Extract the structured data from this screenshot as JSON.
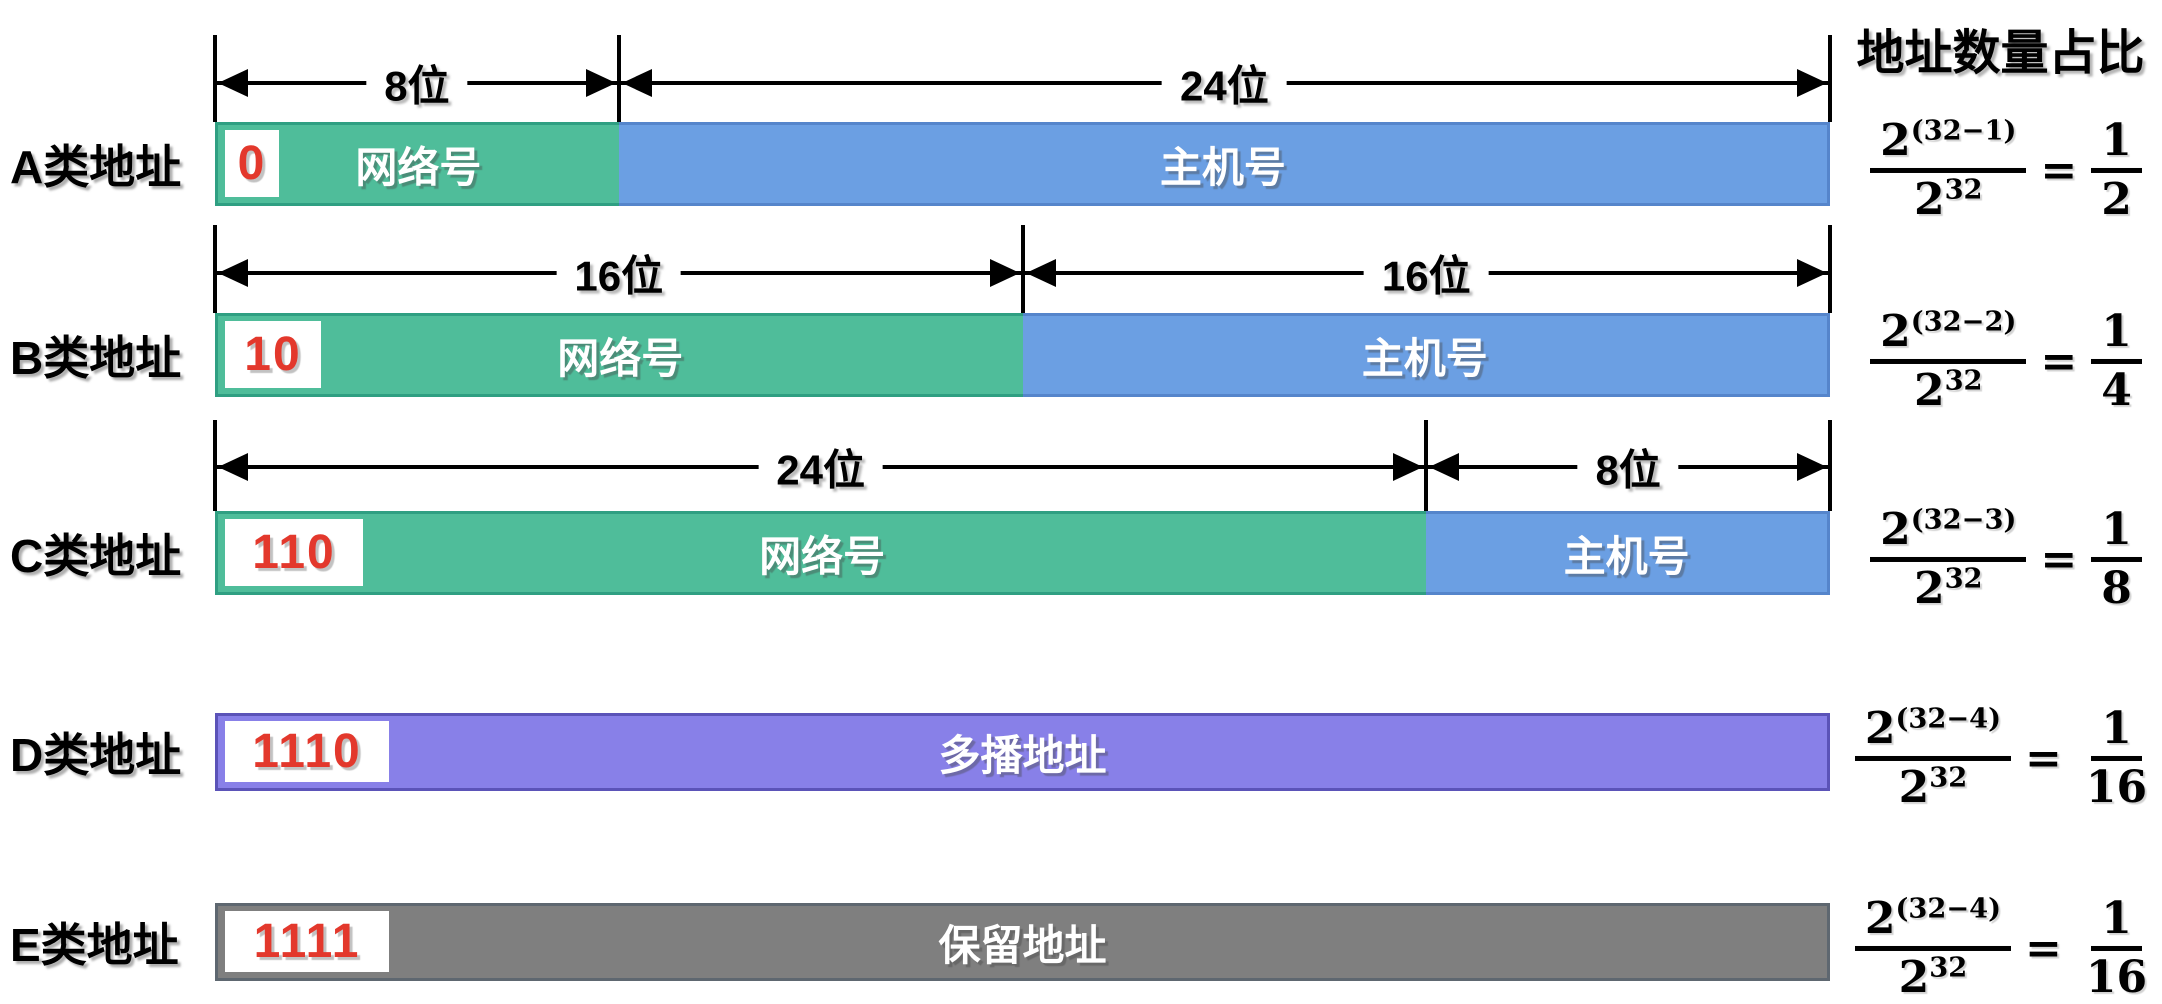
{
  "heading": "地址数量占比",
  "colors": {
    "network": "#4FBD9A",
    "network_border": "#2F9F82",
    "host": "#6B9FE3",
    "host_border": "#5585CB",
    "multicast": "#8880E8",
    "multicast_border": "#5B53B8",
    "reserved": "#7F7F7F",
    "reserved_border": "#5E6770",
    "prefix_digit": "#E3382C",
    "bar_text": "#FFFFFF",
    "line": "#000000"
  },
  "rows": [
    {
      "label": "A类地址",
      "prefix": "0",
      "arrows": [
        {
          "label": "8位",
          "from_pct": 0,
          "to_pct": 25
        },
        {
          "label": "24位",
          "from_pct": 25,
          "to_pct": 100
        }
      ],
      "segments": [
        {
          "name": "network-segment",
          "label": "网络号",
          "width_pct": 25,
          "color": "network"
        },
        {
          "name": "host-segment",
          "label": "主机号",
          "width_pct": 75,
          "color": "host"
        }
      ],
      "fraction": {
        "num_base": "2",
        "num_exp": "(32−1)",
        "den_base": "2",
        "den_exp": "32",
        "equals": "=",
        "result_num": "1",
        "result_den": "2"
      }
    },
    {
      "label": "B类地址",
      "prefix": "10",
      "arrows": [
        {
          "label": "16位",
          "from_pct": 0,
          "to_pct": 50
        },
        {
          "label": "16位",
          "from_pct": 50,
          "to_pct": 100
        }
      ],
      "segments": [
        {
          "name": "network-segment",
          "label": "网络号",
          "width_pct": 50,
          "color": "network"
        },
        {
          "name": "host-segment",
          "label": "主机号",
          "width_pct": 50,
          "color": "host"
        }
      ],
      "fraction": {
        "num_base": "2",
        "num_exp": "(32−2)",
        "den_base": "2",
        "den_exp": "32",
        "equals": "=",
        "result_num": "1",
        "result_den": "4"
      }
    },
    {
      "label": "C类地址",
      "prefix": "110",
      "arrows": [
        {
          "label": "24位",
          "from_pct": 0,
          "to_pct": 75
        },
        {
          "label": "8位",
          "from_pct": 75,
          "to_pct": 100
        }
      ],
      "segments": [
        {
          "name": "network-segment",
          "label": "网络号",
          "width_pct": 75,
          "color": "network"
        },
        {
          "name": "host-segment",
          "label": "主机号",
          "width_pct": 25,
          "color": "host"
        }
      ],
      "fraction": {
        "num_base": "2",
        "num_exp": "(32−3)",
        "den_base": "2",
        "den_exp": "32",
        "equals": "=",
        "result_num": "1",
        "result_den": "8"
      }
    },
    {
      "label": "D类地址",
      "prefix": "1110",
      "arrows": [],
      "segments": [
        {
          "name": "multicast-segment",
          "label": "多播地址",
          "width_pct": 100,
          "color": "multicast"
        }
      ],
      "fraction": {
        "num_base": "2",
        "num_exp": "(32−4)",
        "den_base": "2",
        "den_exp": "32",
        "equals": "=",
        "result_num": "1",
        "result_den": "16"
      }
    },
    {
      "label": "E类地址",
      "prefix": "1111",
      "arrows": [],
      "segments": [
        {
          "name": "reserved-segment",
          "label": "保留地址",
          "width_pct": 100,
          "color": "reserved"
        }
      ],
      "fraction": {
        "num_base": "2",
        "num_exp": "(32−4)",
        "den_base": "2",
        "den_exp": "32",
        "equals": "=",
        "result_num": "1",
        "result_den": "16"
      }
    }
  ]
}
